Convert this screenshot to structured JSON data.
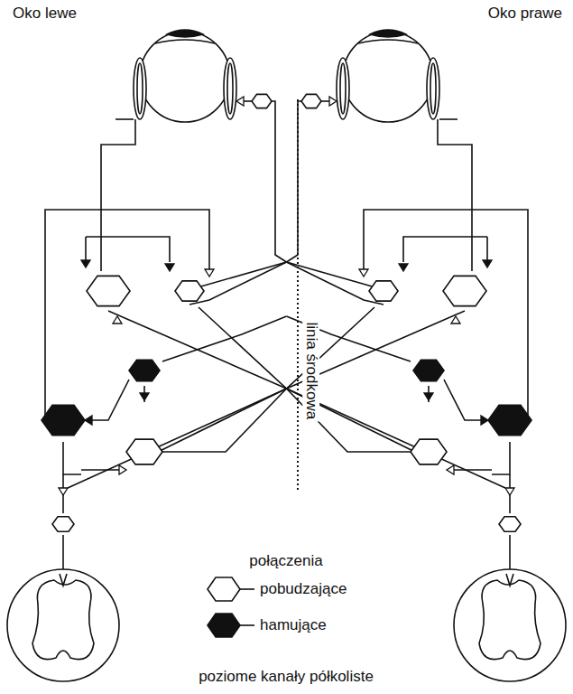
{
  "diagram": {
    "labels": [
      "Oko lewe",
      "Oko prawe",
      "linia środkowa",
      "połączenia",
      "poziome kanały półkoliste"
    ],
    "legend": [
      {
        "text": "pobudzające"
      },
      {
        "text": "hamujące"
      }
    ]
  }
}
